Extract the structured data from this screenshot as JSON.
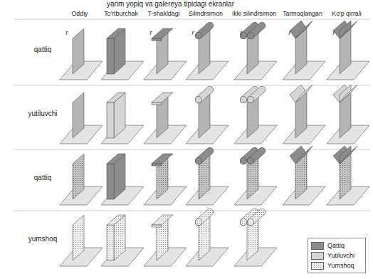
{
  "diagram": {
    "title": "yarim yopiq va galereya tipidagi ekranlar",
    "labels": [
      "Oddiy",
      "To'rtburchak",
      "T-shakldagi",
      "Silindrsimon",
      "Ikki silindrsimon",
      "Tarmoqlangan",
      "Ko'p qirrali",
      "qattiq",
      "r",
      "r",
      "r",
      "r",
      "r",
      "r",
      "yutiluvchi",
      "qattiq",
      "yumshoq"
    ],
    "legend": [
      {
        "text": "Qattiq",
        "color": "#8c8c8c"
      },
      {
        "text": "Yutiluvchi",
        "color": "#d6d6d6"
      },
      {
        "text": "Yumshoq"
      }
    ]
  }
}
